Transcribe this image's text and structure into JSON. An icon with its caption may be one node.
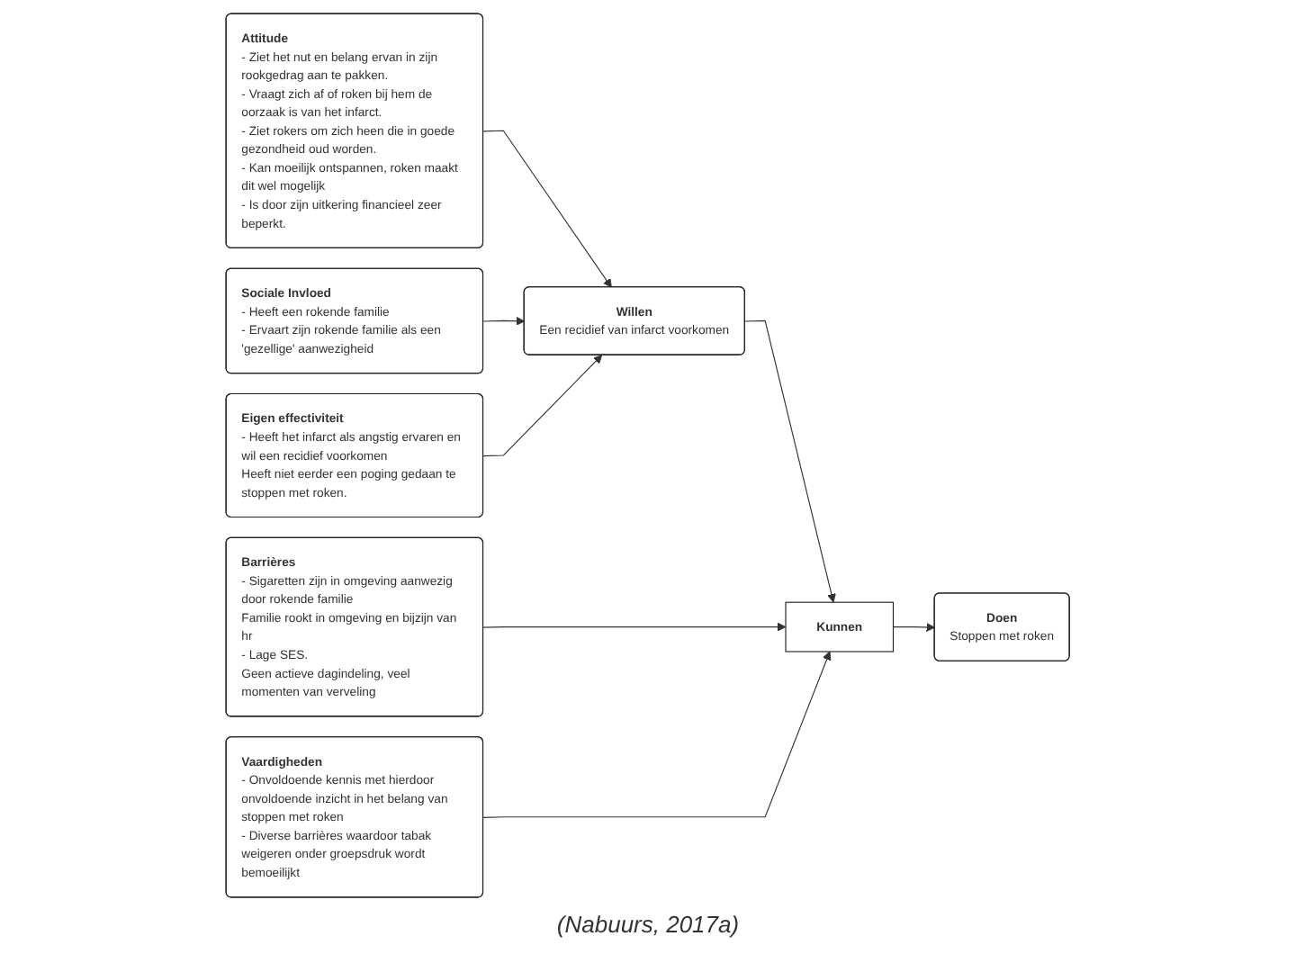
{
  "diagram": {
    "caption": "(Nabuurs, 2017a)",
    "nodes": [
      {
        "text": [
          "Attitude",
          "- Ziet het nut en belang ervan in zijn rookgedrag aan te pakken.",
          "- Vraagt zich af of roken bij hem de oorzaak is van het infarct.",
          "- Ziet rokers om zich heen die in goede gezondheid oud worden.",
          "- Kan moeilijk ontspannen, roken maakt dit wel mogelijk",
          "- Is door zijn uitkering financieel zeer beperkt."
        ]
      },
      {
        "text": [
          "Sociale Invloed",
          "- Heeft een rokende familie",
          "- Ervaart zijn rokende familie als een 'gezellige' aanwezigheid"
        ]
      },
      {
        "text": [
          "Eigen effectiviteit",
          "- Heeft het infarct als angstig ervaren en wil een recidief voorkomen",
          "Heeft niet eerder een poging gedaan te stoppen met roken."
        ]
      },
      {
        "text": [
          "Barrières",
          "- Sigaretten zijn in omgeving aanwezig door rokende familie",
          "Familie rookt in omgeving en bijzijn van hr",
          "- Lage SES.",
          "Geen actieve dagindeling, veel momenten van verveling"
        ]
      },
      {
        "text": [
          "Willen",
          "Een recidief van infarct voorkomen"
        ]
      },
      {
        "text": [
          "Kunnen"
        ]
      },
      {
        "text": [
          "Doen",
          "Stoppen met roken"
        ]
      },
      {
        "text": [
          "Vaardigheden",
          "- Onvoldoende kennis met hierdoor onvoldoende inzicht in het belang van stoppen met roken",
          "- Diverse barrières waardoor tabak weigeren onder groepsdruk wordt bemoeilijkt"
        ]
      }
    ],
    "edges": [
      {
        "from": 0,
        "to": 4,
        "arrow": "to"
      },
      {
        "from": 1,
        "to": 4,
        "arrow": "to"
      },
      {
        "from": 2,
        "to": 4,
        "arrow": "to"
      },
      {
        "from": 4,
        "to": 5,
        "arrow": "to"
      },
      {
        "from": 3,
        "to": 5,
        "arrow": "to"
      },
      {
        "from": 7,
        "to": 5,
        "arrow": "to"
      },
      {
        "from": 5,
        "to": 6,
        "arrow": "to"
      }
    ]
  }
}
